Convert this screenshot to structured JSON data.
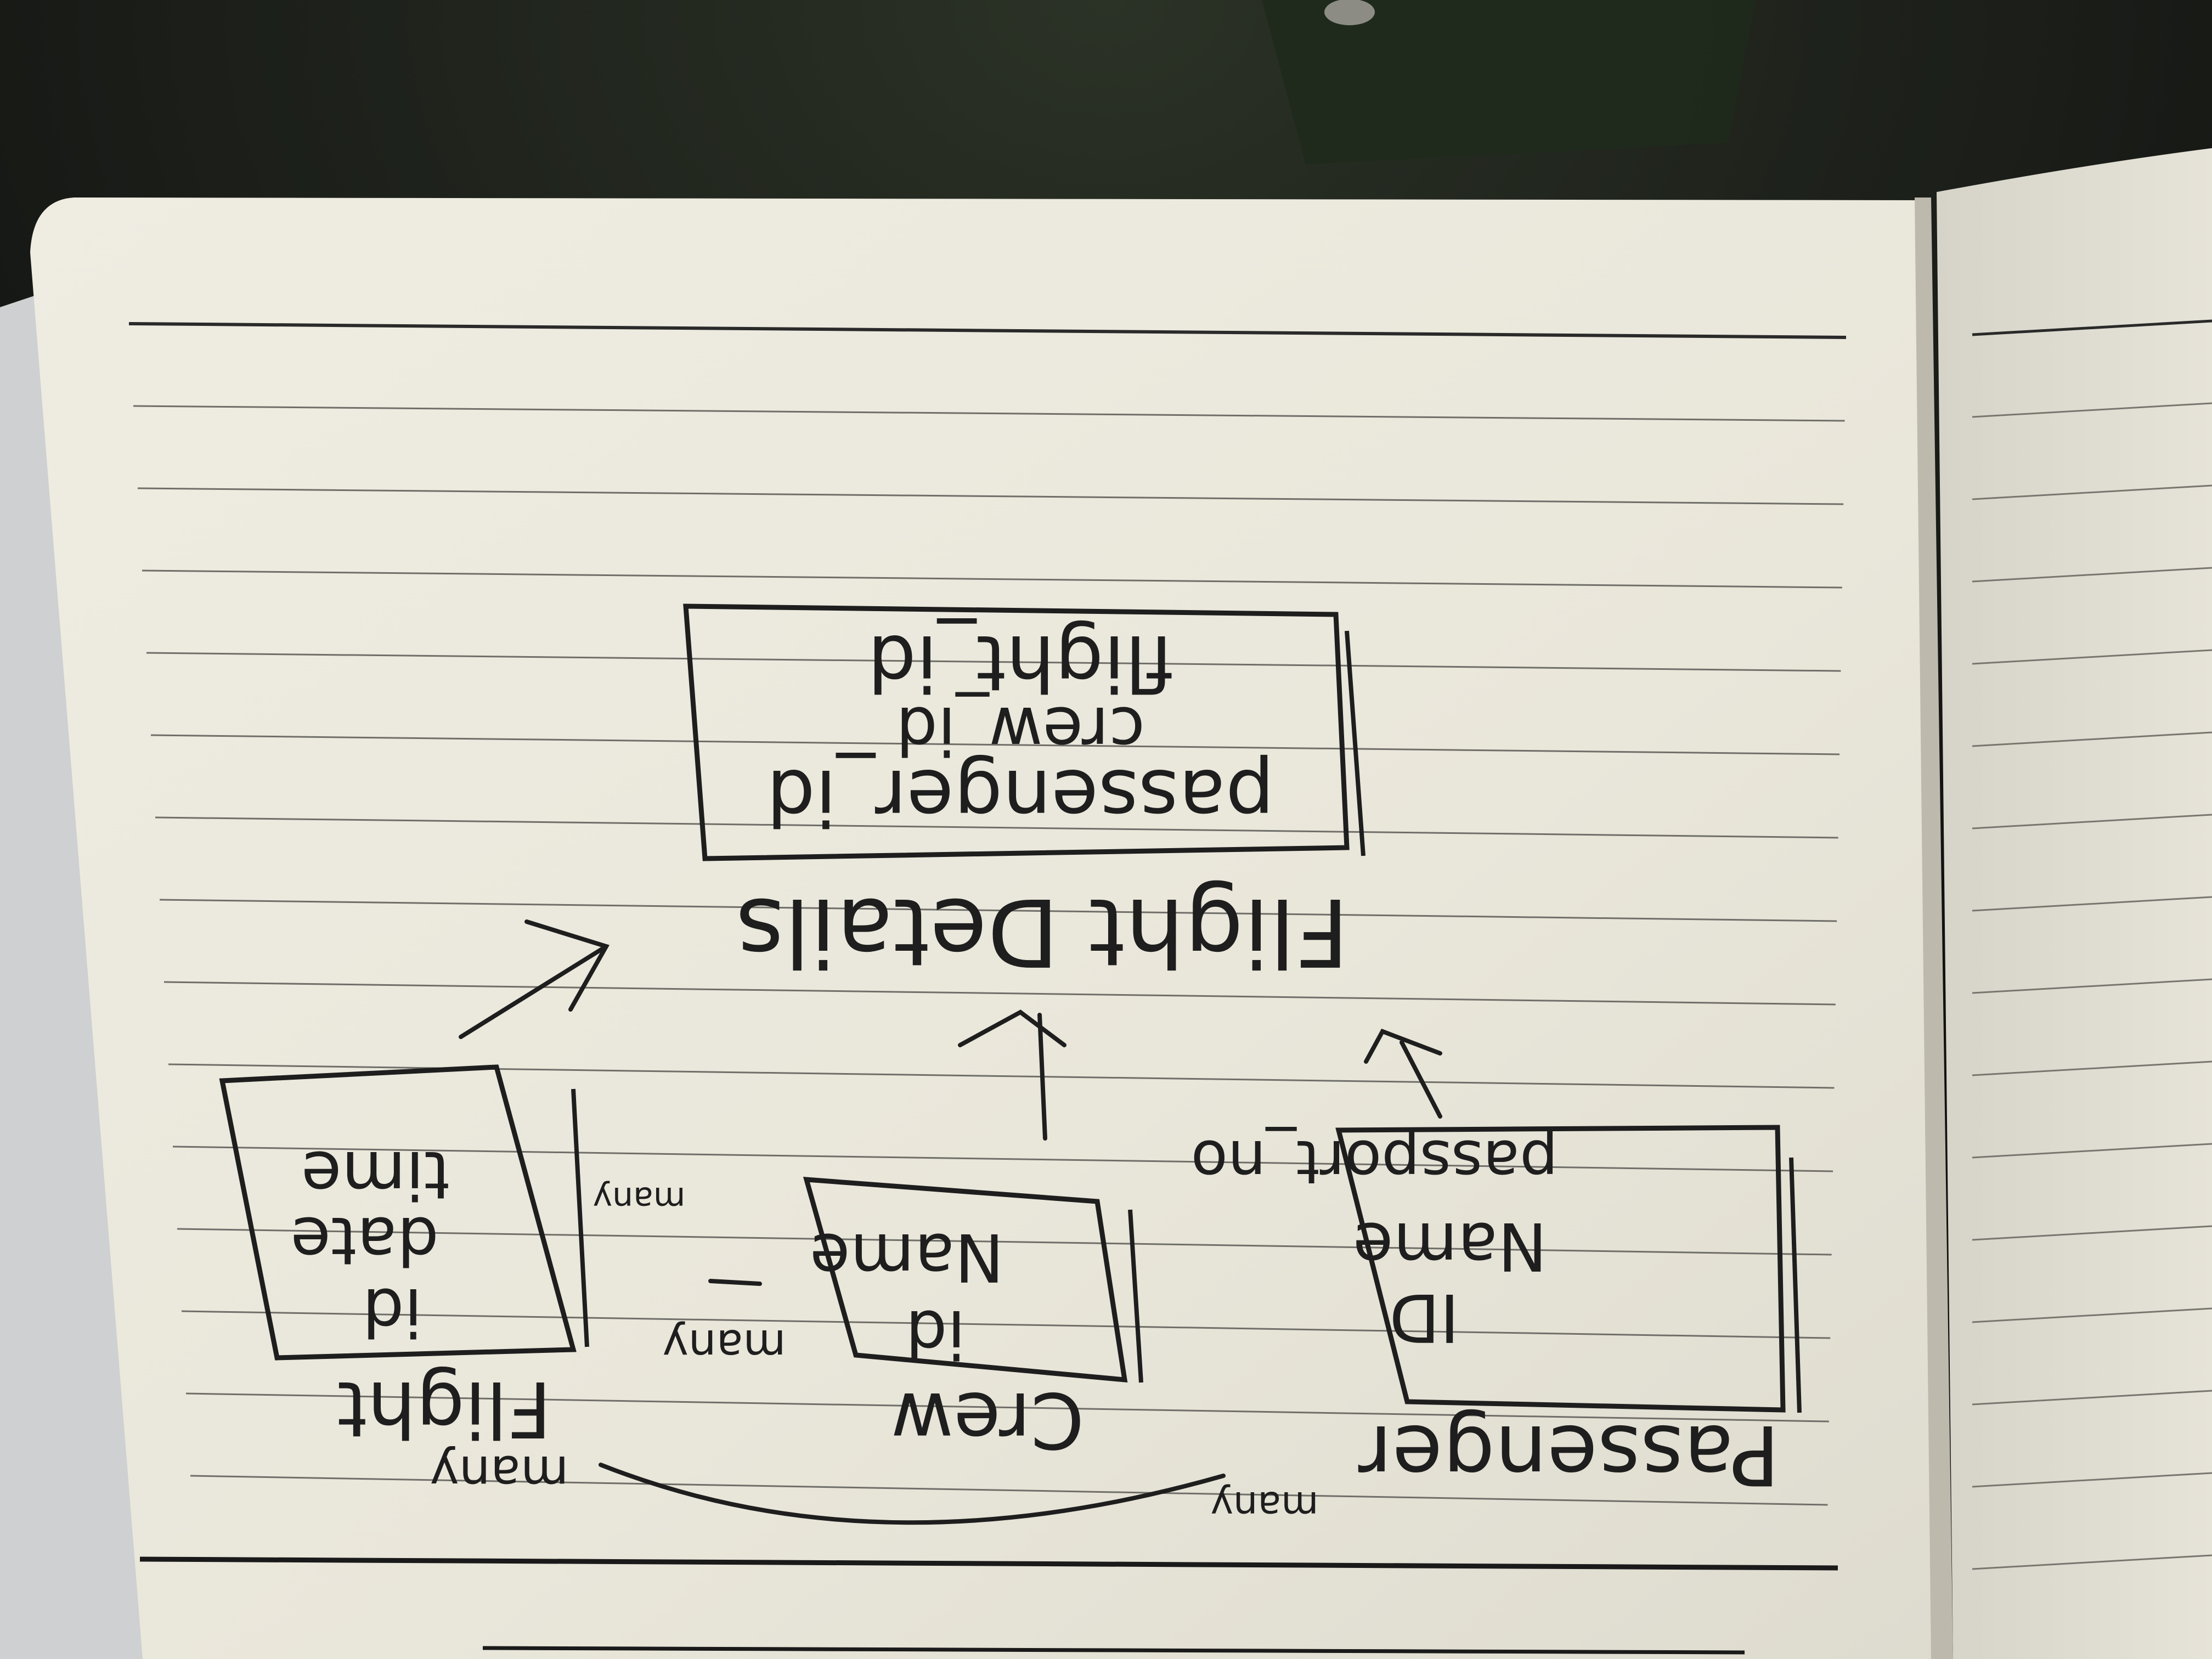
{
  "diagram": {
    "entities": [
      {
        "id": "flight-details",
        "title": "Flight Details",
        "attributes": [
          "passenger_id",
          "crew_id",
          "flight_id"
        ]
      },
      {
        "id": "passenger",
        "title": "Passenger",
        "attributes": [
          "ID",
          "Name",
          "passport_no"
        ]
      },
      {
        "id": "crew",
        "title": "Crew",
        "attributes": [
          "id",
          "Name"
        ]
      },
      {
        "id": "flight",
        "title": "Flight",
        "attributes": [
          "id",
          "date",
          "time"
        ]
      }
    ],
    "cardinality": {
      "passenger_flight_left": "many",
      "passenger_flight_right": "many",
      "crew_flight_crew_side": "many",
      "crew_flight_flight_side": "many"
    }
  },
  "colors": {
    "ink": "#1e1e1e",
    "paper": "#ece9dd",
    "background": "#151515"
  }
}
